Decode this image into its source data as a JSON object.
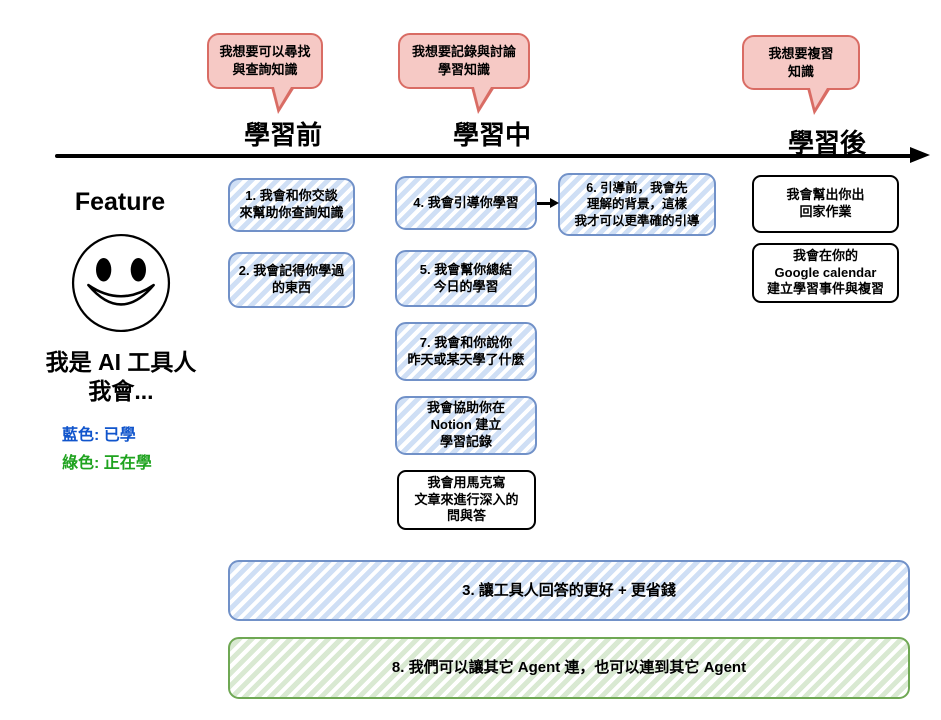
{
  "palette": {
    "bubble_fill": "#f6c9c5",
    "bubble_border": "#d96c64",
    "blue_box_border": "#7191c8",
    "blue_box_stripe": "#cfdff5",
    "green_box_border": "#6fa854",
    "green_box_stripe": "#d9e9d2",
    "legend_blue": "#1155cc",
    "legend_green": "#1fa31f",
    "timeline_color": "#000000"
  },
  "bubbles": [
    {
      "text": "我想要可以尋找\n與查詢知識"
    },
    {
      "text": "我想要記錄與討論\n學習知識"
    },
    {
      "text": "我想要複習\n知識"
    }
  ],
  "phases": [
    {
      "label": "學習前"
    },
    {
      "label": "學習中"
    },
    {
      "label": "學習後"
    }
  ],
  "left_panel": {
    "title": "Feature",
    "smiley_icon": "smiley-face",
    "intro": "我是 AI 工具人\n我會...",
    "legend": [
      {
        "label": "藍色: 已學",
        "color": "#1155cc"
      },
      {
        "label": "綠色: 正在學",
        "color": "#1fa31f"
      }
    ]
  },
  "boxes": {
    "pre": [
      {
        "text": "1. 我會和你交談\n來幫助你查詢知識",
        "style": "blue-hatch"
      },
      {
        "text": "2. 我會記得你學過\n的東西",
        "style": "blue-hatch"
      }
    ],
    "during": [
      {
        "text": "4. 我會引導你學習",
        "style": "blue-hatch"
      },
      {
        "text": "6. 引導前，我會先\n理解的背景，這樣\n我才可以更準確的引導",
        "style": "blue-hatch"
      },
      {
        "text": "5. 我會幫你總結\n今日的學習",
        "style": "blue-hatch"
      },
      {
        "text": "7. 我會和你說你\n昨天或某天學了什麼",
        "style": "blue-hatch"
      },
      {
        "text": "我會協助你在\nNotion 建立\n學習記錄",
        "style": "blue-hatch"
      },
      {
        "text": "我會用馬克寫\n文章來進行深入的\n問與答",
        "style": "white"
      }
    ],
    "post": [
      {
        "text": "我會幫出你出\n回家作業",
        "style": "white"
      },
      {
        "text": "我會在你的\nGoogle calendar\n建立學習事件與複習",
        "style": "white"
      }
    ]
  },
  "bottom_banners": [
    {
      "text": "3. 讓工具人回答的更好 + 更省錢",
      "style": "blue-hatch"
    },
    {
      "text": "8. 我們可以讓其它 Agent 連，也可以連到其它 Agent",
      "style": "green-hatch"
    }
  ]
}
